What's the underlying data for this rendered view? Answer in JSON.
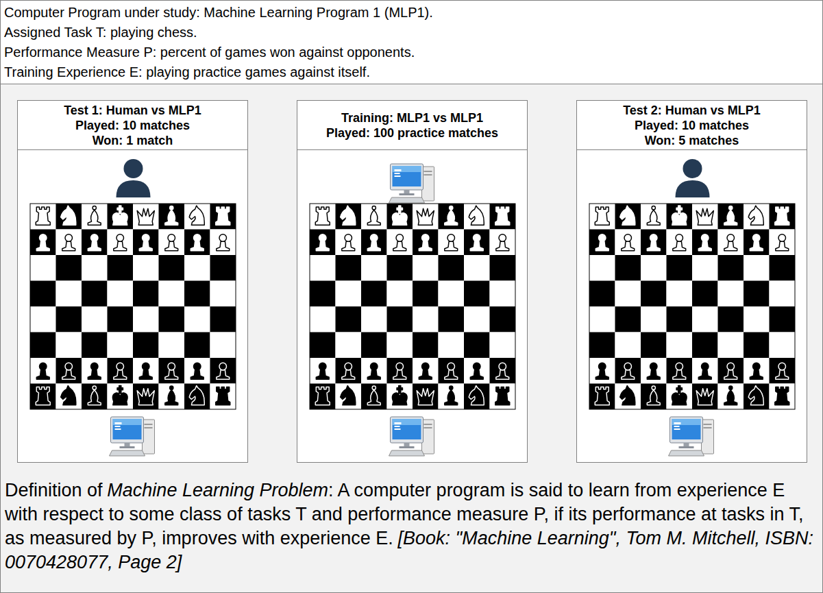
{
  "diagram": {
    "nodes": [
      {
        "text": [
          "Computer Program under study: Machine Learning Program 1 (MLP1).",
          "Assigned Task T: playing chess.",
          "Performance Measure P: percent of games won against opponents.",
          "Training Experience E: playing practice games against itself."
        ]
      },
      {
        "text": [
          "Definition of",
          "Machine Learning Problem",
          ": A computer program is said to learn from experience E with respect to some class of tasks T and performance measure P, if its performance at tasks in T, as measured by P, improves with experience E.",
          "[Book: \"Machine Learning\", Tom M. Mitchell, ISBN: 0070428077, Page 2]"
        ]
      },
      {
        "text": [
          "Test 1: Human vs MLP1",
          "Played: 10 matches",
          "Won: 1 match"
        ],
        "in": 1
      },
      {
        "text": [
          "Training: MLP1 vs MLP1",
          "Played: 100 practice matches"
        ],
        "in": 1
      },
      {
        "text": [
          "Test 2: Human vs MLP1",
          "Played: 10 matches",
          "Won: 5 matches"
        ],
        "in": 1
      }
    ],
    "edges": [
      {
        "from": 2,
        "to": 3,
        "arrow": "to"
      },
      {
        "from": 3,
        "to": 4,
        "arrow": "to"
      }
    ]
  }
}
